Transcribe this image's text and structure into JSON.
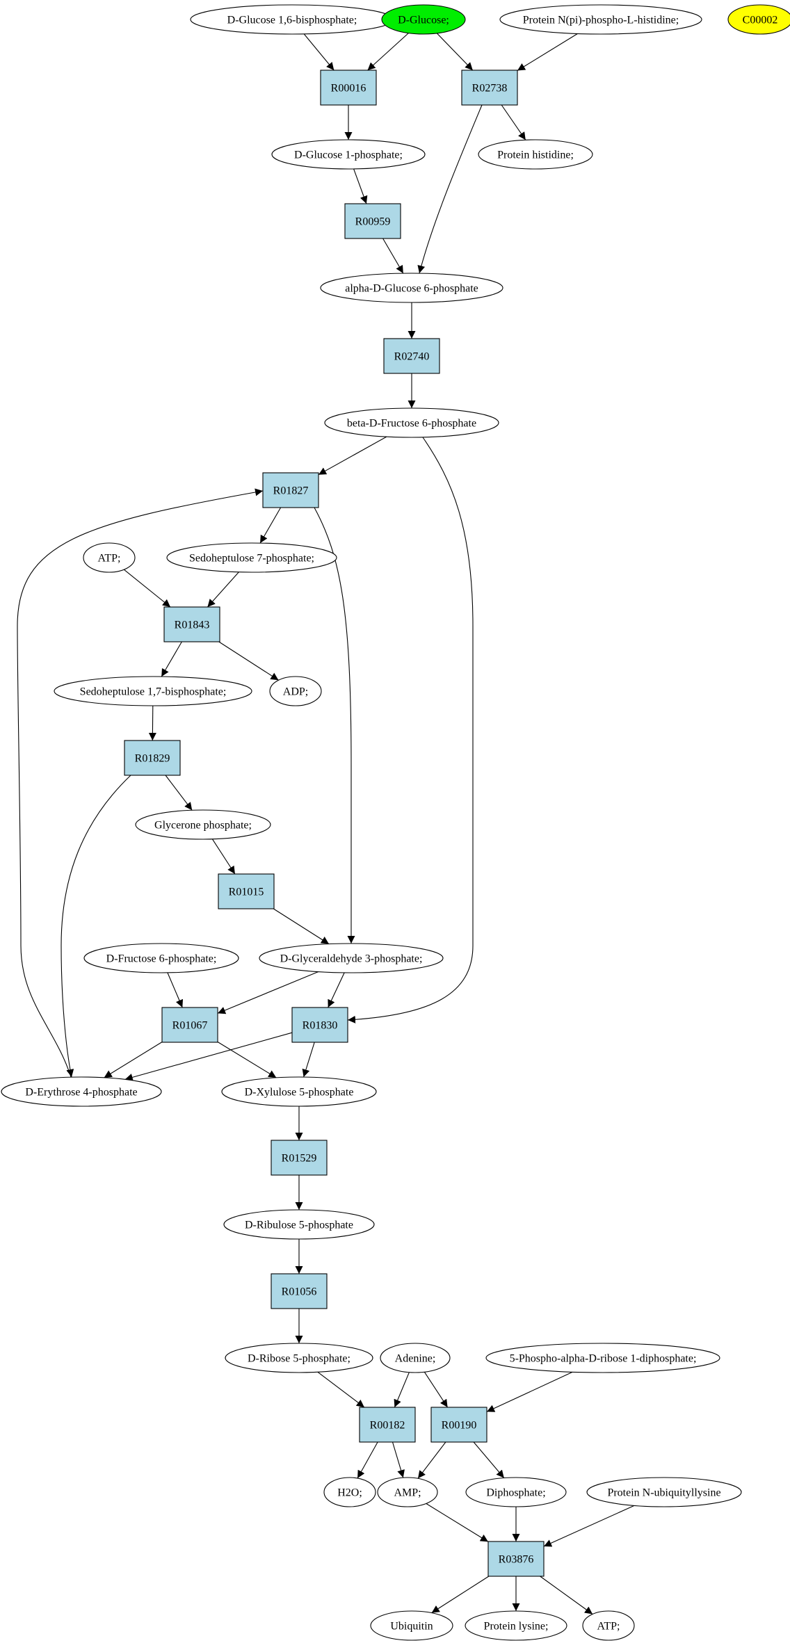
{
  "colors": {
    "reaction_fill": "#add8e6",
    "compound_fill": "#ffffff",
    "highlight_green": "#00ee00",
    "highlight_yellow": "#ffff00",
    "stroke": "#000000"
  },
  "nodes": [
    {
      "id": "c_g16bp",
      "kind": "compound",
      "label": "D-Glucose 1,6-bisphosphate;"
    },
    {
      "id": "c_dglucose",
      "kind": "compound",
      "label": "D-Glucose;",
      "fill": "green"
    },
    {
      "id": "c_protNpi",
      "kind": "compound",
      "label": "Protein N(pi)-phospho-L-histidine;"
    },
    {
      "id": "c_c00002",
      "kind": "compound",
      "label": "C00002",
      "fill": "yellow"
    },
    {
      "id": "r_R00016",
      "kind": "reaction",
      "label": "R00016"
    },
    {
      "id": "r_R02738",
      "kind": "reaction",
      "label": "R02738"
    },
    {
      "id": "c_g1p",
      "kind": "compound",
      "label": "D-Glucose 1-phosphate;"
    },
    {
      "id": "c_protHis",
      "kind": "compound",
      "label": "Protein histidine;"
    },
    {
      "id": "r_R00959",
      "kind": "reaction",
      "label": "R00959"
    },
    {
      "id": "c_ag6p",
      "kind": "compound",
      "label": "alpha-D-Glucose 6-phosphate"
    },
    {
      "id": "r_R02740",
      "kind": "reaction",
      "label": "R02740"
    },
    {
      "id": "c_bf6p",
      "kind": "compound",
      "label": "beta-D-Fructose 6-phosphate"
    },
    {
      "id": "r_R01827",
      "kind": "reaction",
      "label": "R01827"
    },
    {
      "id": "c_atp1",
      "kind": "compound",
      "label": "ATP;"
    },
    {
      "id": "c_s7p",
      "kind": "compound",
      "label": "Sedoheptulose 7-phosphate;"
    },
    {
      "id": "r_R01843",
      "kind": "reaction",
      "label": "R01843"
    },
    {
      "id": "c_s17bp",
      "kind": "compound",
      "label": "Sedoheptulose 1,7-bisphosphate;"
    },
    {
      "id": "c_adp",
      "kind": "compound",
      "label": "ADP;"
    },
    {
      "id": "r_R01829",
      "kind": "reaction",
      "label": "R01829"
    },
    {
      "id": "c_gp",
      "kind": "compound",
      "label": "Glycerone phosphate;"
    },
    {
      "id": "r_R01015",
      "kind": "reaction",
      "label": "R01015"
    },
    {
      "id": "c_df6p",
      "kind": "compound",
      "label": "D-Fructose 6-phosphate;"
    },
    {
      "id": "c_g3p",
      "kind": "compound",
      "label": "D-Glyceraldehyde 3-phosphate;"
    },
    {
      "id": "r_R01067",
      "kind": "reaction",
      "label": "R01067"
    },
    {
      "id": "r_R01830",
      "kind": "reaction",
      "label": "R01830"
    },
    {
      "id": "c_e4p",
      "kind": "compound",
      "label": "D-Erythrose 4-phosphate"
    },
    {
      "id": "c_x5p",
      "kind": "compound",
      "label": "D-Xylulose 5-phosphate"
    },
    {
      "id": "r_R01529",
      "kind": "reaction",
      "label": "R01529"
    },
    {
      "id": "c_ru5p",
      "kind": "compound",
      "label": "D-Ribulose 5-phosphate"
    },
    {
      "id": "r_R01056",
      "kind": "reaction",
      "label": "R01056"
    },
    {
      "id": "c_r5p",
      "kind": "compound",
      "label": "D-Ribose 5-phosphate;"
    },
    {
      "id": "c_adenine",
      "kind": "compound",
      "label": "Adenine;"
    },
    {
      "id": "c_prpp",
      "kind": "compound",
      "label": "5-Phospho-alpha-D-ribose 1-diphosphate;"
    },
    {
      "id": "r_R00182",
      "kind": "reaction",
      "label": "R00182"
    },
    {
      "id": "r_R00190",
      "kind": "reaction",
      "label": "R00190"
    },
    {
      "id": "c_h2o",
      "kind": "compound",
      "label": "H2O;"
    },
    {
      "id": "c_amp",
      "kind": "compound",
      "label": "AMP;"
    },
    {
      "id": "c_diphos",
      "kind": "compound",
      "label": "Diphosphate;"
    },
    {
      "id": "c_protUbLys",
      "kind": "compound",
      "label": "Protein N-ubiquityllysine"
    },
    {
      "id": "r_R03876",
      "kind": "reaction",
      "label": "R03876"
    },
    {
      "id": "c_ubiquitin",
      "kind": "compound",
      "label": "Ubiquitin"
    },
    {
      "id": "c_protLys",
      "kind": "compound",
      "label": "Protein lysine;"
    },
    {
      "id": "c_atp2",
      "kind": "compound",
      "label": "ATP;"
    }
  ],
  "edges": [
    {
      "from": "c_g16bp",
      "to": "r_R00016"
    },
    {
      "from": "c_dglucose",
      "to": "r_R00016"
    },
    {
      "from": "c_dglucose",
      "to": "r_R02738"
    },
    {
      "from": "c_protNpi",
      "to": "r_R02738"
    },
    {
      "from": "r_R00016",
      "to": "c_g1p"
    },
    {
      "from": "r_R02738",
      "to": "c_protHis"
    },
    {
      "from": "r_R02738",
      "to": "c_ag6p"
    },
    {
      "from": "c_g1p",
      "to": "r_R00959"
    },
    {
      "from": "r_R00959",
      "to": "c_ag6p"
    },
    {
      "from": "c_ag6p",
      "to": "r_R02740"
    },
    {
      "from": "r_R02740",
      "to": "c_bf6p"
    },
    {
      "from": "c_bf6p",
      "to": "r_R01827"
    },
    {
      "from": "c_bf6p",
      "to": "r_R01830"
    },
    {
      "from": "r_R01827",
      "to": "c_s7p"
    },
    {
      "from": "r_R01827",
      "to": "c_g3p"
    },
    {
      "from": "c_atp1",
      "to": "r_R01843"
    },
    {
      "from": "c_s7p",
      "to": "r_R01843"
    },
    {
      "from": "r_R01843",
      "to": "c_s17bp"
    },
    {
      "from": "r_R01843",
      "to": "c_adp"
    },
    {
      "from": "c_s17bp",
      "to": "r_R01829"
    },
    {
      "from": "r_R01829",
      "to": "c_gp"
    },
    {
      "from": "r_R01829",
      "to": "c_e4p"
    },
    {
      "from": "c_gp",
      "to": "r_R01015"
    },
    {
      "from": "r_R01015",
      "to": "c_g3p"
    },
    {
      "from": "c_df6p",
      "to": "r_R01067"
    },
    {
      "from": "c_g3p",
      "to": "r_R01067"
    },
    {
      "from": "c_g3p",
      "to": "r_R01830"
    },
    {
      "from": "r_R01067",
      "to": "c_e4p"
    },
    {
      "from": "r_R01067",
      "to": "c_x5p"
    },
    {
      "from": "r_R01830",
      "to": "c_e4p"
    },
    {
      "from": "r_R01830",
      "to": "c_x5p"
    },
    {
      "from": "c_e4p",
      "to": "r_R01827"
    },
    {
      "from": "c_x5p",
      "to": "r_R01529"
    },
    {
      "from": "r_R01529",
      "to": "c_ru5p"
    },
    {
      "from": "c_ru5p",
      "to": "r_R01056"
    },
    {
      "from": "r_R01056",
      "to": "c_r5p"
    },
    {
      "from": "c_r5p",
      "to": "r_R00182"
    },
    {
      "from": "c_adenine",
      "to": "r_R00182"
    },
    {
      "from": "c_adenine",
      "to": "r_R00190"
    },
    {
      "from": "c_prpp",
      "to": "r_R00190"
    },
    {
      "from": "r_R00182",
      "to": "c_h2o"
    },
    {
      "from": "r_R00182",
      "to": "c_amp"
    },
    {
      "from": "r_R00190",
      "to": "c_amp"
    },
    {
      "from": "r_R00190",
      "to": "c_diphos"
    },
    {
      "from": "c_amp",
      "to": "r_R03876"
    },
    {
      "from": "c_diphos",
      "to": "r_R03876"
    },
    {
      "from": "c_protUbLys",
      "to": "r_R03876"
    },
    {
      "from": "r_R03876",
      "to": "c_ubiquitin"
    },
    {
      "from": "r_R03876",
      "to": "c_protLys"
    },
    {
      "from": "r_R03876",
      "to": "c_atp2"
    }
  ]
}
